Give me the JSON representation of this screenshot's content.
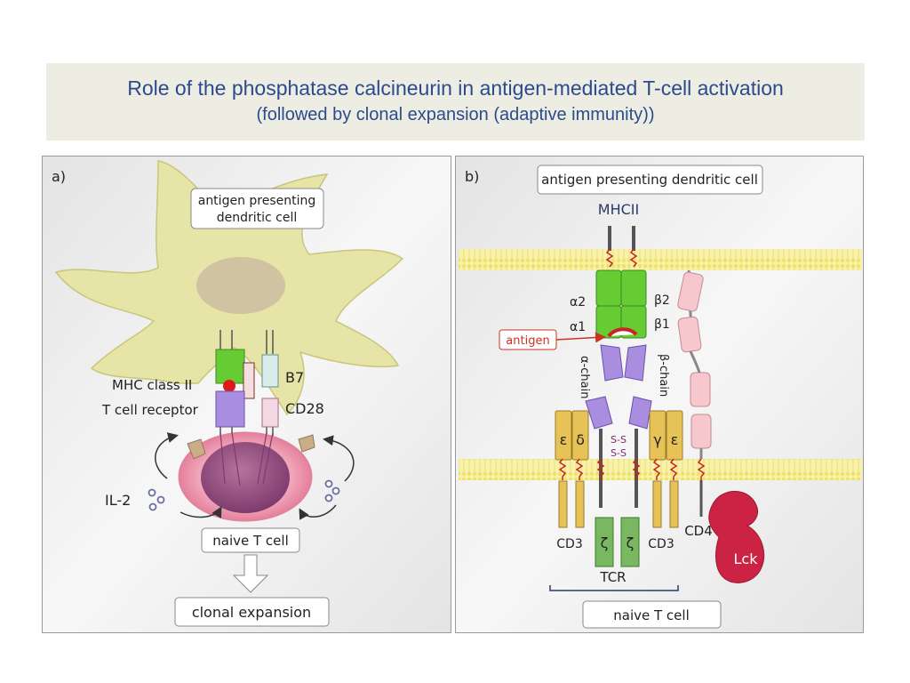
{
  "title": {
    "line1": "Role of the phosphatase calcineurin in antigen-mediated T-cell activation",
    "line2": "(followed by clonal expansion (adaptive immunity))"
  },
  "panel_a": {
    "letter": "a)",
    "dendritic_label_1": "antigen presenting",
    "dendritic_label_2": "dendritic cell",
    "mhc": "MHC class II",
    "tcr": "T cell receptor",
    "b7": "B7",
    "cd28": "CD28",
    "il2": "IL-2",
    "naive": "naive T cell",
    "clonal": "clonal expansion"
  },
  "panel_b": {
    "letter": "b)",
    "dendritic": "antigen presenting dendritic cell",
    "mhcii": "MHCII",
    "alpha2": "α2",
    "alpha1": "α1",
    "beta2": "β2",
    "beta1": "β1",
    "antigen": "antigen",
    "alpha_chain": "α-chain",
    "beta_chain": "β-chain",
    "epsilon_l": "ε",
    "delta": "δ",
    "gamma": "γ",
    "epsilon_r": "ε",
    "ss1": "S-S",
    "ss2": "S-S",
    "zeta1": "ζ",
    "zeta2": "ζ",
    "cd3_l": "CD3",
    "cd3_r": "CD3",
    "cd4": "CD4",
    "lck": "Lck",
    "tcr": "TCR",
    "naive": "naive T cell"
  },
  "colors": {
    "title_text": "#2b4b8c",
    "dendritic_fill": "#e6e4a6",
    "mhc_green": "#66cc33",
    "tcr_purple": "#a98ee0",
    "cd3_gold": "#e7c357",
    "zeta_green": "#79b860",
    "cd4_pink": "#f6c7cc",
    "lck_red": "#cc2244",
    "membrane": "#f5ee90"
  }
}
